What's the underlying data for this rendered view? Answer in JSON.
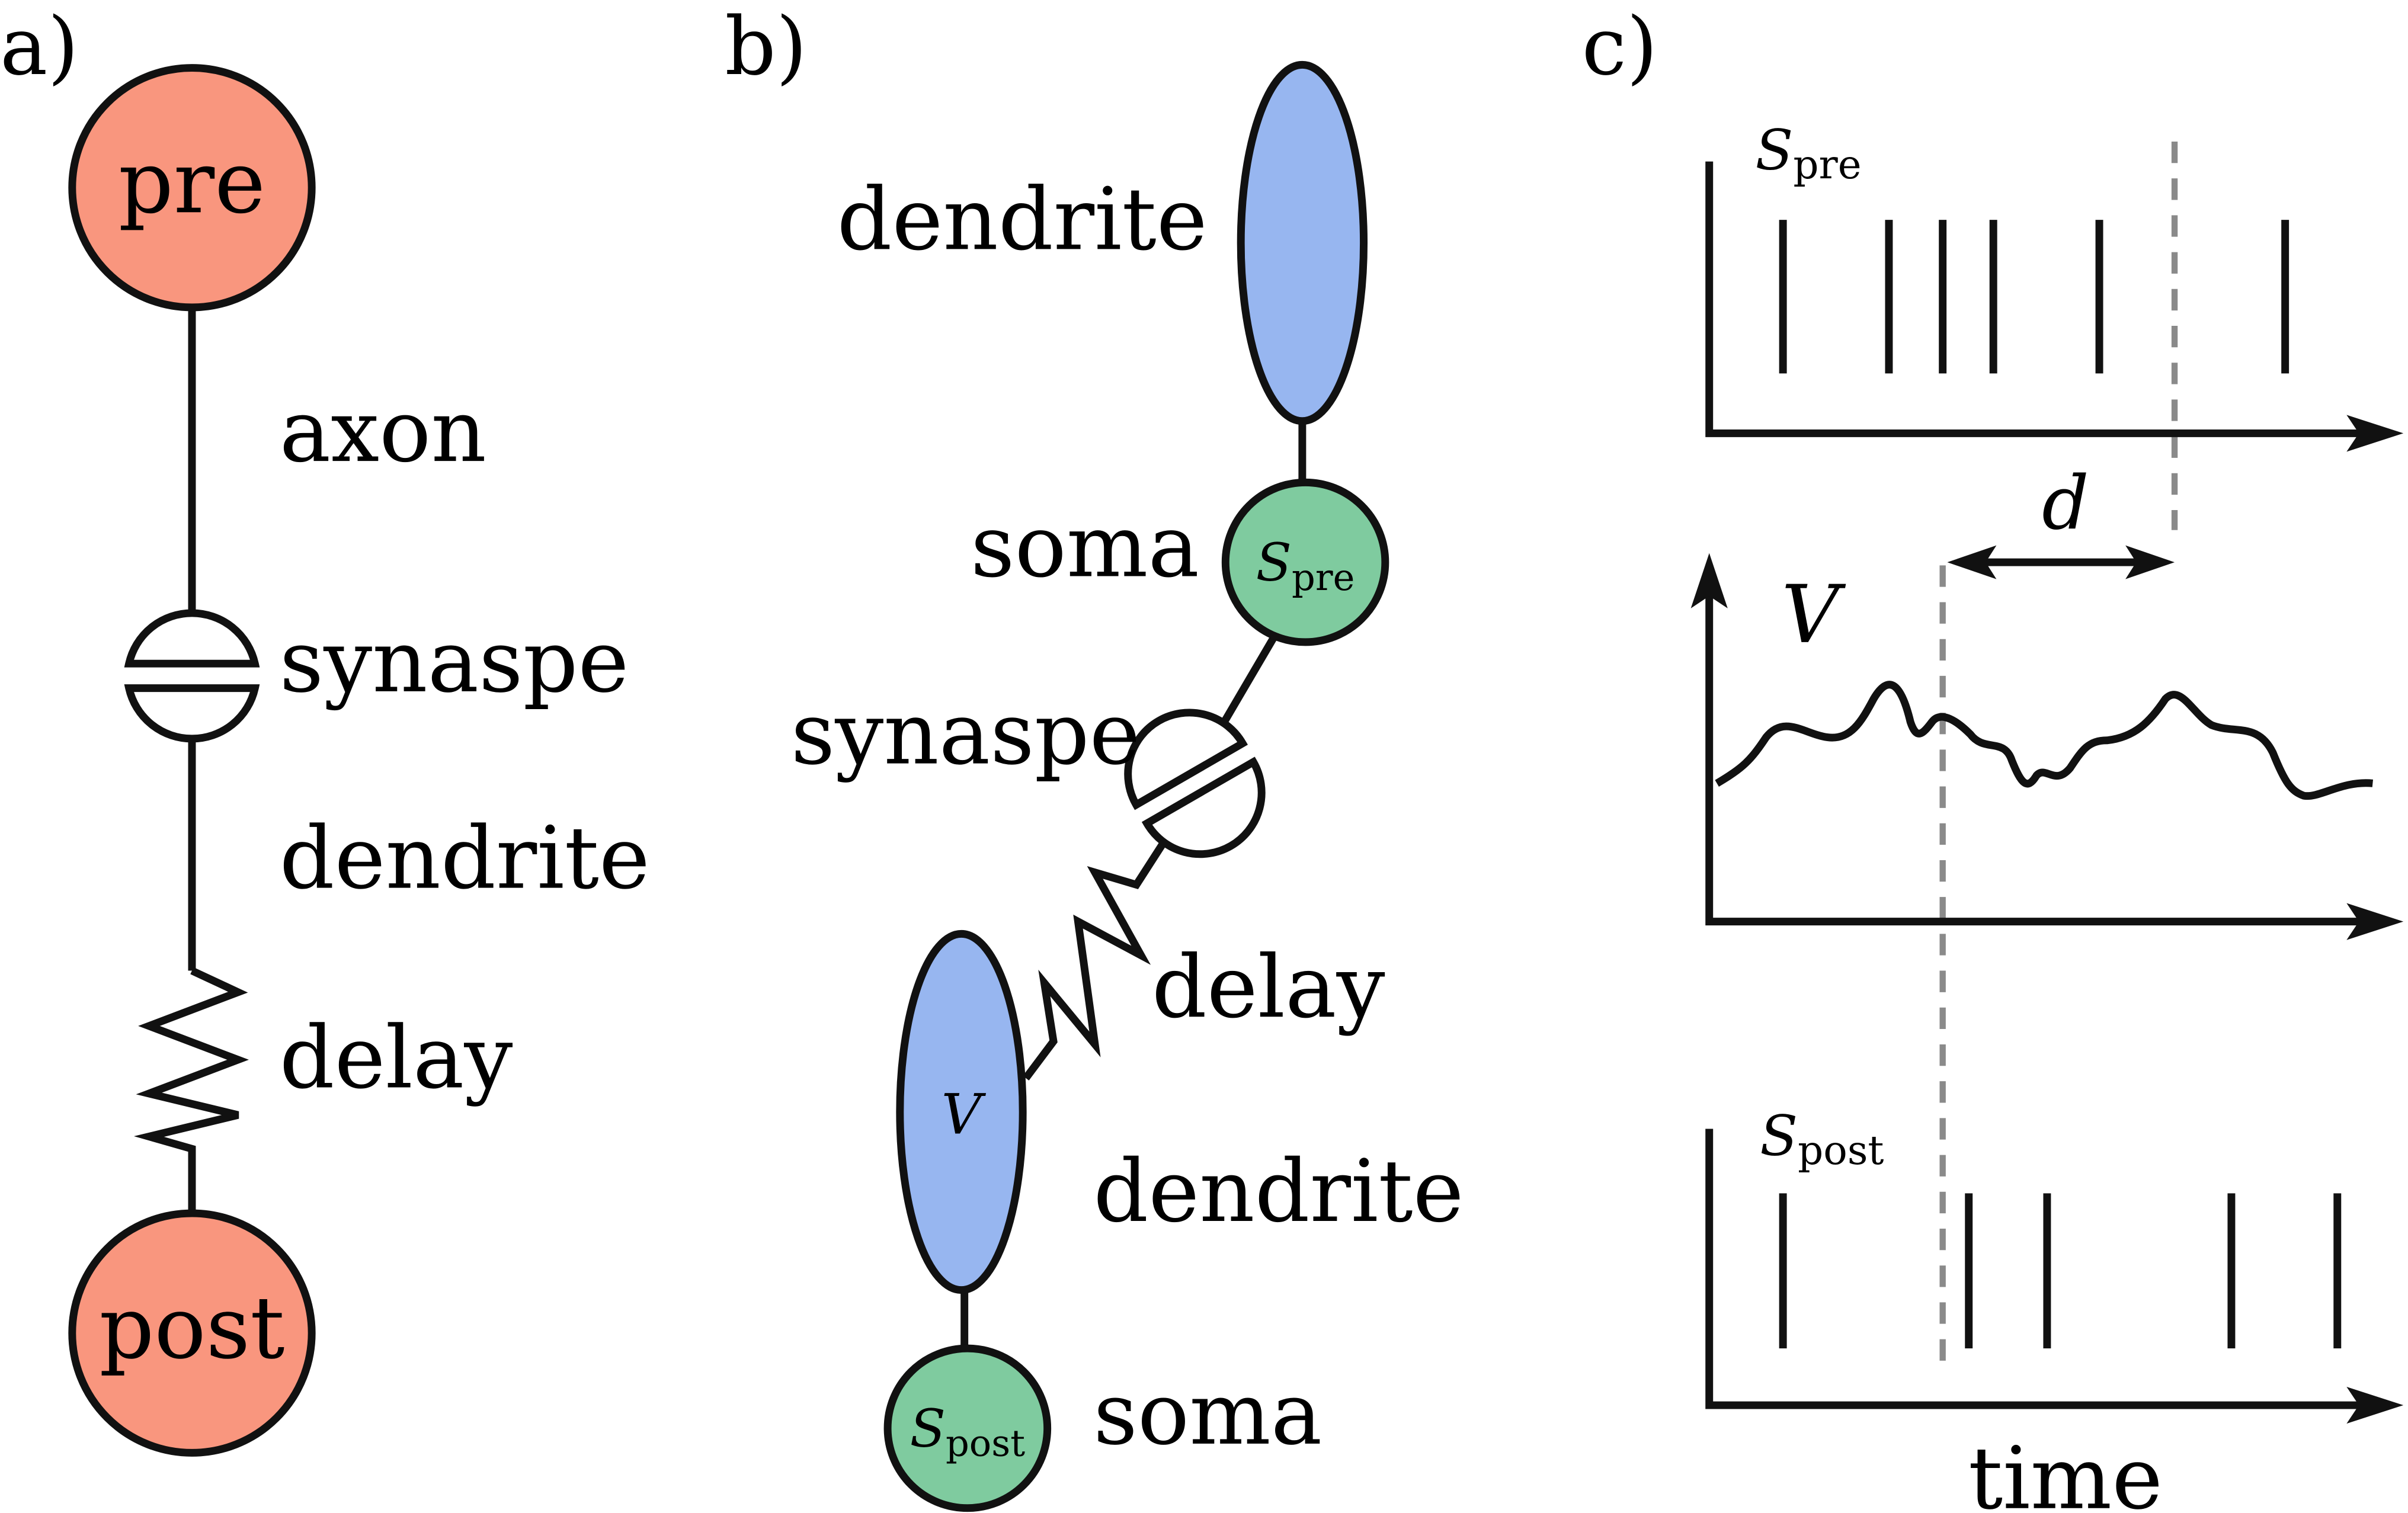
{
  "colors": {
    "neuron_a": "#F9967E",
    "dendrite": "#97B6F0",
    "soma": "#7FCB9F",
    "dashed": "#8A8A8A"
  },
  "panel_a": {
    "tag": "a)",
    "pre": "pre",
    "post": "post",
    "axon": "axon",
    "synapse": "synaspe",
    "dendrite": "dendrite",
    "delay": "delay"
  },
  "panel_b": {
    "tag": "b)",
    "dendrite_top": "dendrite",
    "soma_top": "soma",
    "synapse": "synaspe",
    "delay": "delay",
    "dendrite_bottom": "dendrite",
    "soma_bottom": "soma",
    "s_pre": {
      "base": "S",
      "sub": "pre"
    },
    "s_post": {
      "base": "S",
      "sub": "post"
    },
    "v": "V"
  },
  "panel_c": {
    "tag": "c)",
    "s_pre": {
      "base": "S",
      "sub": "pre"
    },
    "s_post": {
      "base": "S",
      "sub": "post"
    },
    "v": "V",
    "d": "d",
    "xlabel": "time"
  }
}
